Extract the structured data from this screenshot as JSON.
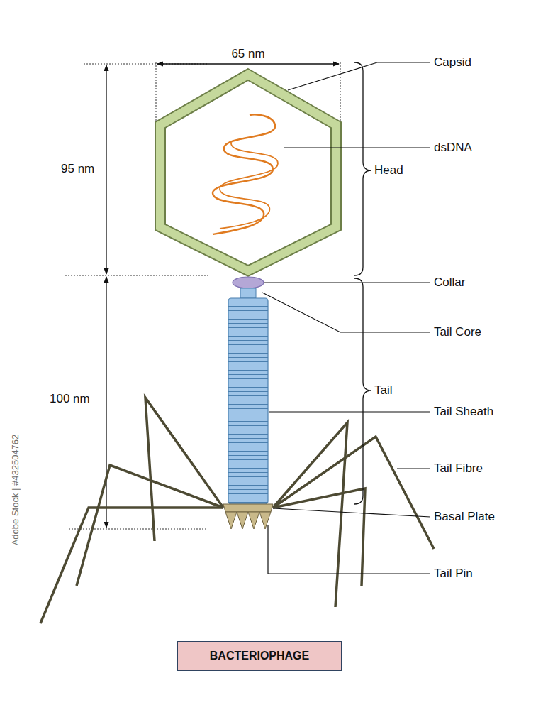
{
  "diagram": {
    "nodes": [
      {
        "text": [
          "BACTERIOPHAGE"
        ]
      }
    ],
    "edges": [],
    "labels": [
      "65 nm",
      "95 nm",
      "100 nm",
      "Capsid",
      "dsDNA",
      "Head",
      "Collar",
      "Tail Core",
      "Tail",
      "Tail Sheath",
      "Tail Fibre",
      "Basal Plate",
      "Tail Pin",
      "Adobe Stock | #432504762"
    ]
  }
}
